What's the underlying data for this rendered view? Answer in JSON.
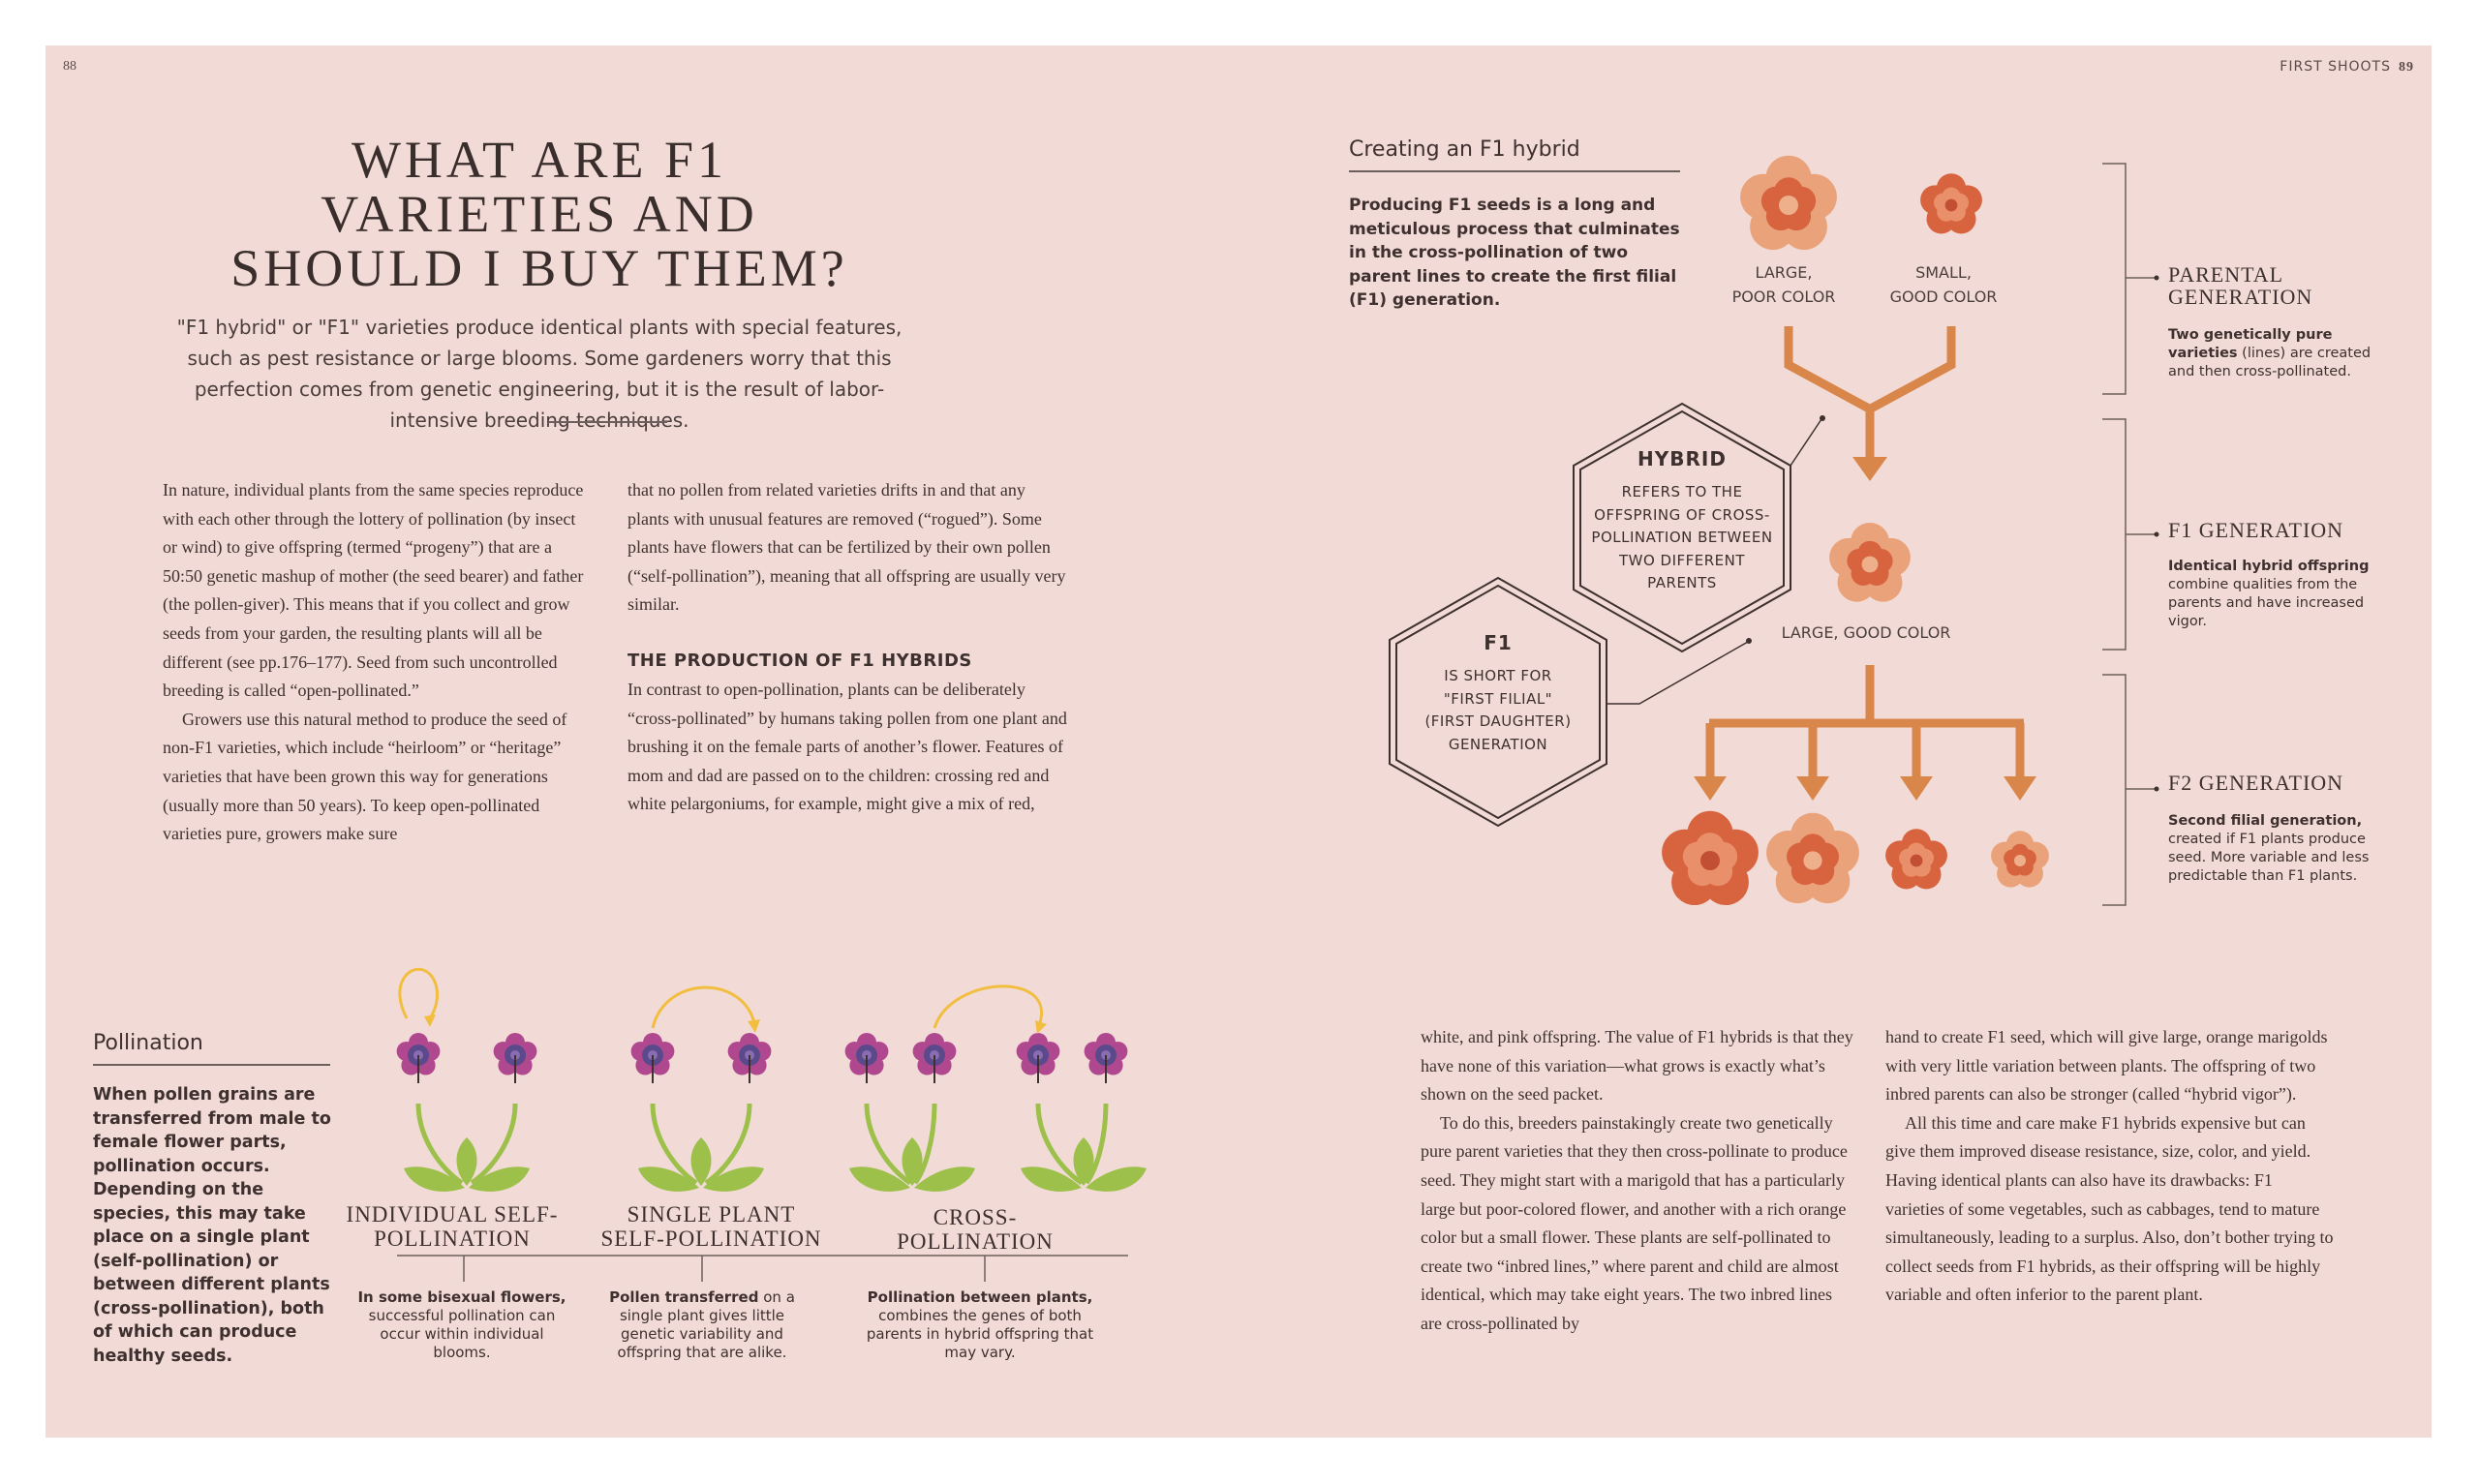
{
  "folio": {
    "left_number": "88",
    "right_header": "FIRST SHOOTS",
    "right_number": "89"
  },
  "title": {
    "line1": "WHAT ARE F1",
    "line2": "VARIETIES AND",
    "line3": "SHOULD I BUY THEM?"
  },
  "intro": "\"F1 hybrid\" or \"F1\" varieties produce identical plants with special features, such as pest resistance or large blooms. Some gardeners worry that this perfection comes from genetic engineering, but it is the result of labor-intensive breeding techniques.",
  "body": {
    "col1_p1": "In nature, individual plants from the same species reproduce with each other through the lottery of pollination (by insect or wind) to give offspring (termed “progeny”) that are a 50:50 genetic mashup of mother (the seed bearer) and father (the pollen-giver). This means that if you collect and grow seeds from your garden, the resulting plants will all be different (see pp.176–177). Seed from such uncontrolled breeding is called “open-pollinated.”",
    "col1_p2": "Growers use this natural method to produce the seed of non-F1 varieties, which include “heirloom” or “heritage” varieties that have been grown this way for generations (usually more than 50 years). To keep open-pollinated varieties pure, growers make sure",
    "col2_p1": "that no pollen from related varieties drifts in and that any plants with unusual features are removed (“rogued”). Some plants have flowers that can be fertilized by their own pollen (“self-pollination”), meaning that all offspring are usually very similar.",
    "col2_subhead": "THE PRODUCTION OF F1 HYBRIDS",
    "col2_p2": "In contrast to open-pollination, plants can be deliberately “cross-pollinated” by humans taking pollen from one plant and brushing it on the female parts of another’s flower. Features of mom and dad are passed on to the children: crossing red and white pelargoniums, for example, might give a mix of red,",
    "col3_p1": "white, and pink offspring. The value of F1 hybrids is that they have none of this variation—what grows is exactly what’s shown on the seed packet.",
    "col3_p2": "To do this, breeders painstakingly create two genetically pure parent varieties that they then cross-pollinate to produce seed. They might start with a marigold that has a particularly large but poor-colored flower, and another with a rich orange color but a small flower. These plants are self-pollinated to create two “inbred lines,” where parent and child are almost identical, which may take eight years. The two inbred lines are cross-pollinated by",
    "col4_p1": "hand to create F1 seed, which will give large, orange marigolds with very little variation between plants. The offspring of two inbred parents can also be stronger (called “hybrid vigor”).",
    "col4_p2": "All this time and care make F1 hybrids expensive but can give them improved disease resistance, size, color, and yield. Having identical plants can also have its drawbacks: F1 varieties of some vegetables, such as cabbages, tend to mature simultaneously, leading to a surplus. Also, don’t bother trying to collect seeds from F1 hybrids, as their offspring will be highly variable and often inferior to the parent plant."
  },
  "creating": {
    "label": "Creating an F1 hybrid",
    "description": "Producing F1 seeds is a long and meticulous process that culminates in the cross-pollination of two parent lines to create the first filial (F1) generation.",
    "flower_large_line1": "LARGE,",
    "flower_large_line2": "POOR COLOR",
    "flower_small_line1": "SMALL,",
    "flower_small_line2": "GOOD COLOR",
    "flower_f1": "LARGE,  GOOD COLOR",
    "hybrid_box": {
      "title": "HYBRID",
      "line1": "REFERS TO THE",
      "line2": "OFFSPRING OF CROSS-",
      "line3": "POLLINATION BETWEEN",
      "line4": "TWO DIFFERENT",
      "line5": "PARENTS"
    },
    "f1_box": {
      "title": "F1",
      "line1": "IS SHORT FOR",
      "line2": "\"FIRST FILIAL\"",
      "line3": "(FIRST DAUGHTER)",
      "line4": "GENERATION"
    },
    "generations": {
      "parental": {
        "title_line1": "PARENTAL",
        "title_line2": "GENERATION",
        "desc_bold": "Two genetically pure varieties",
        "desc_rest": " (lines) are created and then cross-pollinated."
      },
      "f1": {
        "title": "F1 GENERATION",
        "desc_bold": "Identical hybrid offspring",
        "desc_rest": " combine qualities from the parents and have increased vigor."
      },
      "f2": {
        "title": "F2 GENERATION",
        "desc_bold": "Second filial generation,",
        "desc_rest": " created if F1 plants produce seed. More variable and less predictable than F1 plants."
      }
    }
  },
  "pollination": {
    "label": "Pollination",
    "description": "When pollen grains are transferred from male to female flower parts, pollination occurs. Depending on the species, this may take place on a single plant (self-pollination) or between different plants (cross-pollination), both of which can produce healthy seeds.",
    "types": [
      {
        "title_line1": "INDIVIDUAL SELF-",
        "title_line2": "POLLINATION",
        "caption_bold": "In some bisexual flowers,",
        "caption_rest": " successful pollination can occur within individual blooms."
      },
      {
        "title_line1": "SINGLE PLANT",
        "title_line2": "SELF-POLLINATION",
        "caption_bold": "Pollen transferred",
        "caption_rest": " on a single plant gives little genetic variability and offspring that are alike."
      },
      {
        "title_line1": "CROSS-",
        "title_line2": "POLLINATION",
        "caption_bold": "Pollination between plants,",
        "caption_rest": " combines the genes of both parents in hybrid offspring that may vary."
      }
    ]
  },
  "colors": {
    "page": "#f2dbd6",
    "arrow_orange": "#d9864a",
    "petal_dark": "#d8643f",
    "petal_light": "#e9a27a",
    "purple_petal": "#b0488f",
    "purple_center": "#5a4a8c",
    "stem_green": "#9cc04a",
    "arc_yellow": "#f1be3f"
  }
}
